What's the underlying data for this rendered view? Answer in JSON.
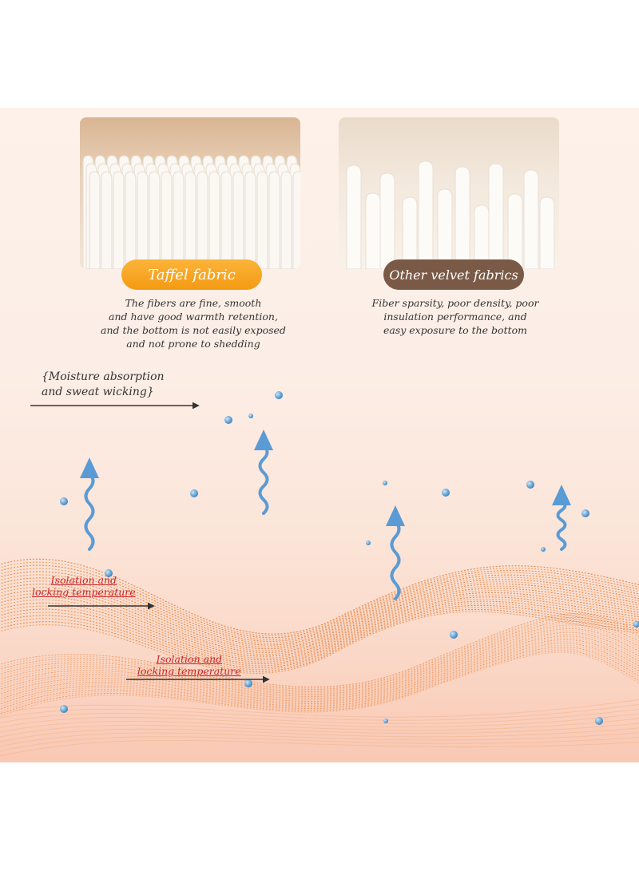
{
  "comparison": {
    "left": {
      "label": "Taffel fabric",
      "description": [
        "The fibers are fine, smooth",
        "and have good warmth retention,",
        "and the bottom is not easily exposed",
        "and not prone to shedding"
      ]
    },
    "right": {
      "label": "Other velvet fabrics",
      "description": [
        "Fiber sparsity, poor density, poor",
        "insulation performance, and",
        "easy exposure to the bottom"
      ]
    }
  },
  "features": {
    "moisture": [
      "{Moisture absorption",
      "and sweat wicking}"
    ],
    "isolation_1": [
      "Isolation and",
      "locking temperature"
    ],
    "isolation_2": [
      "Isolation and",
      "locking temperature"
    ]
  },
  "colors": {
    "badge_left": "#f6a21e",
    "badge_right": "#7a5a47",
    "arrow_blue": "#5b9bd5",
    "wave_orange": "#e8732a",
    "iso_text": "#c8262d"
  }
}
